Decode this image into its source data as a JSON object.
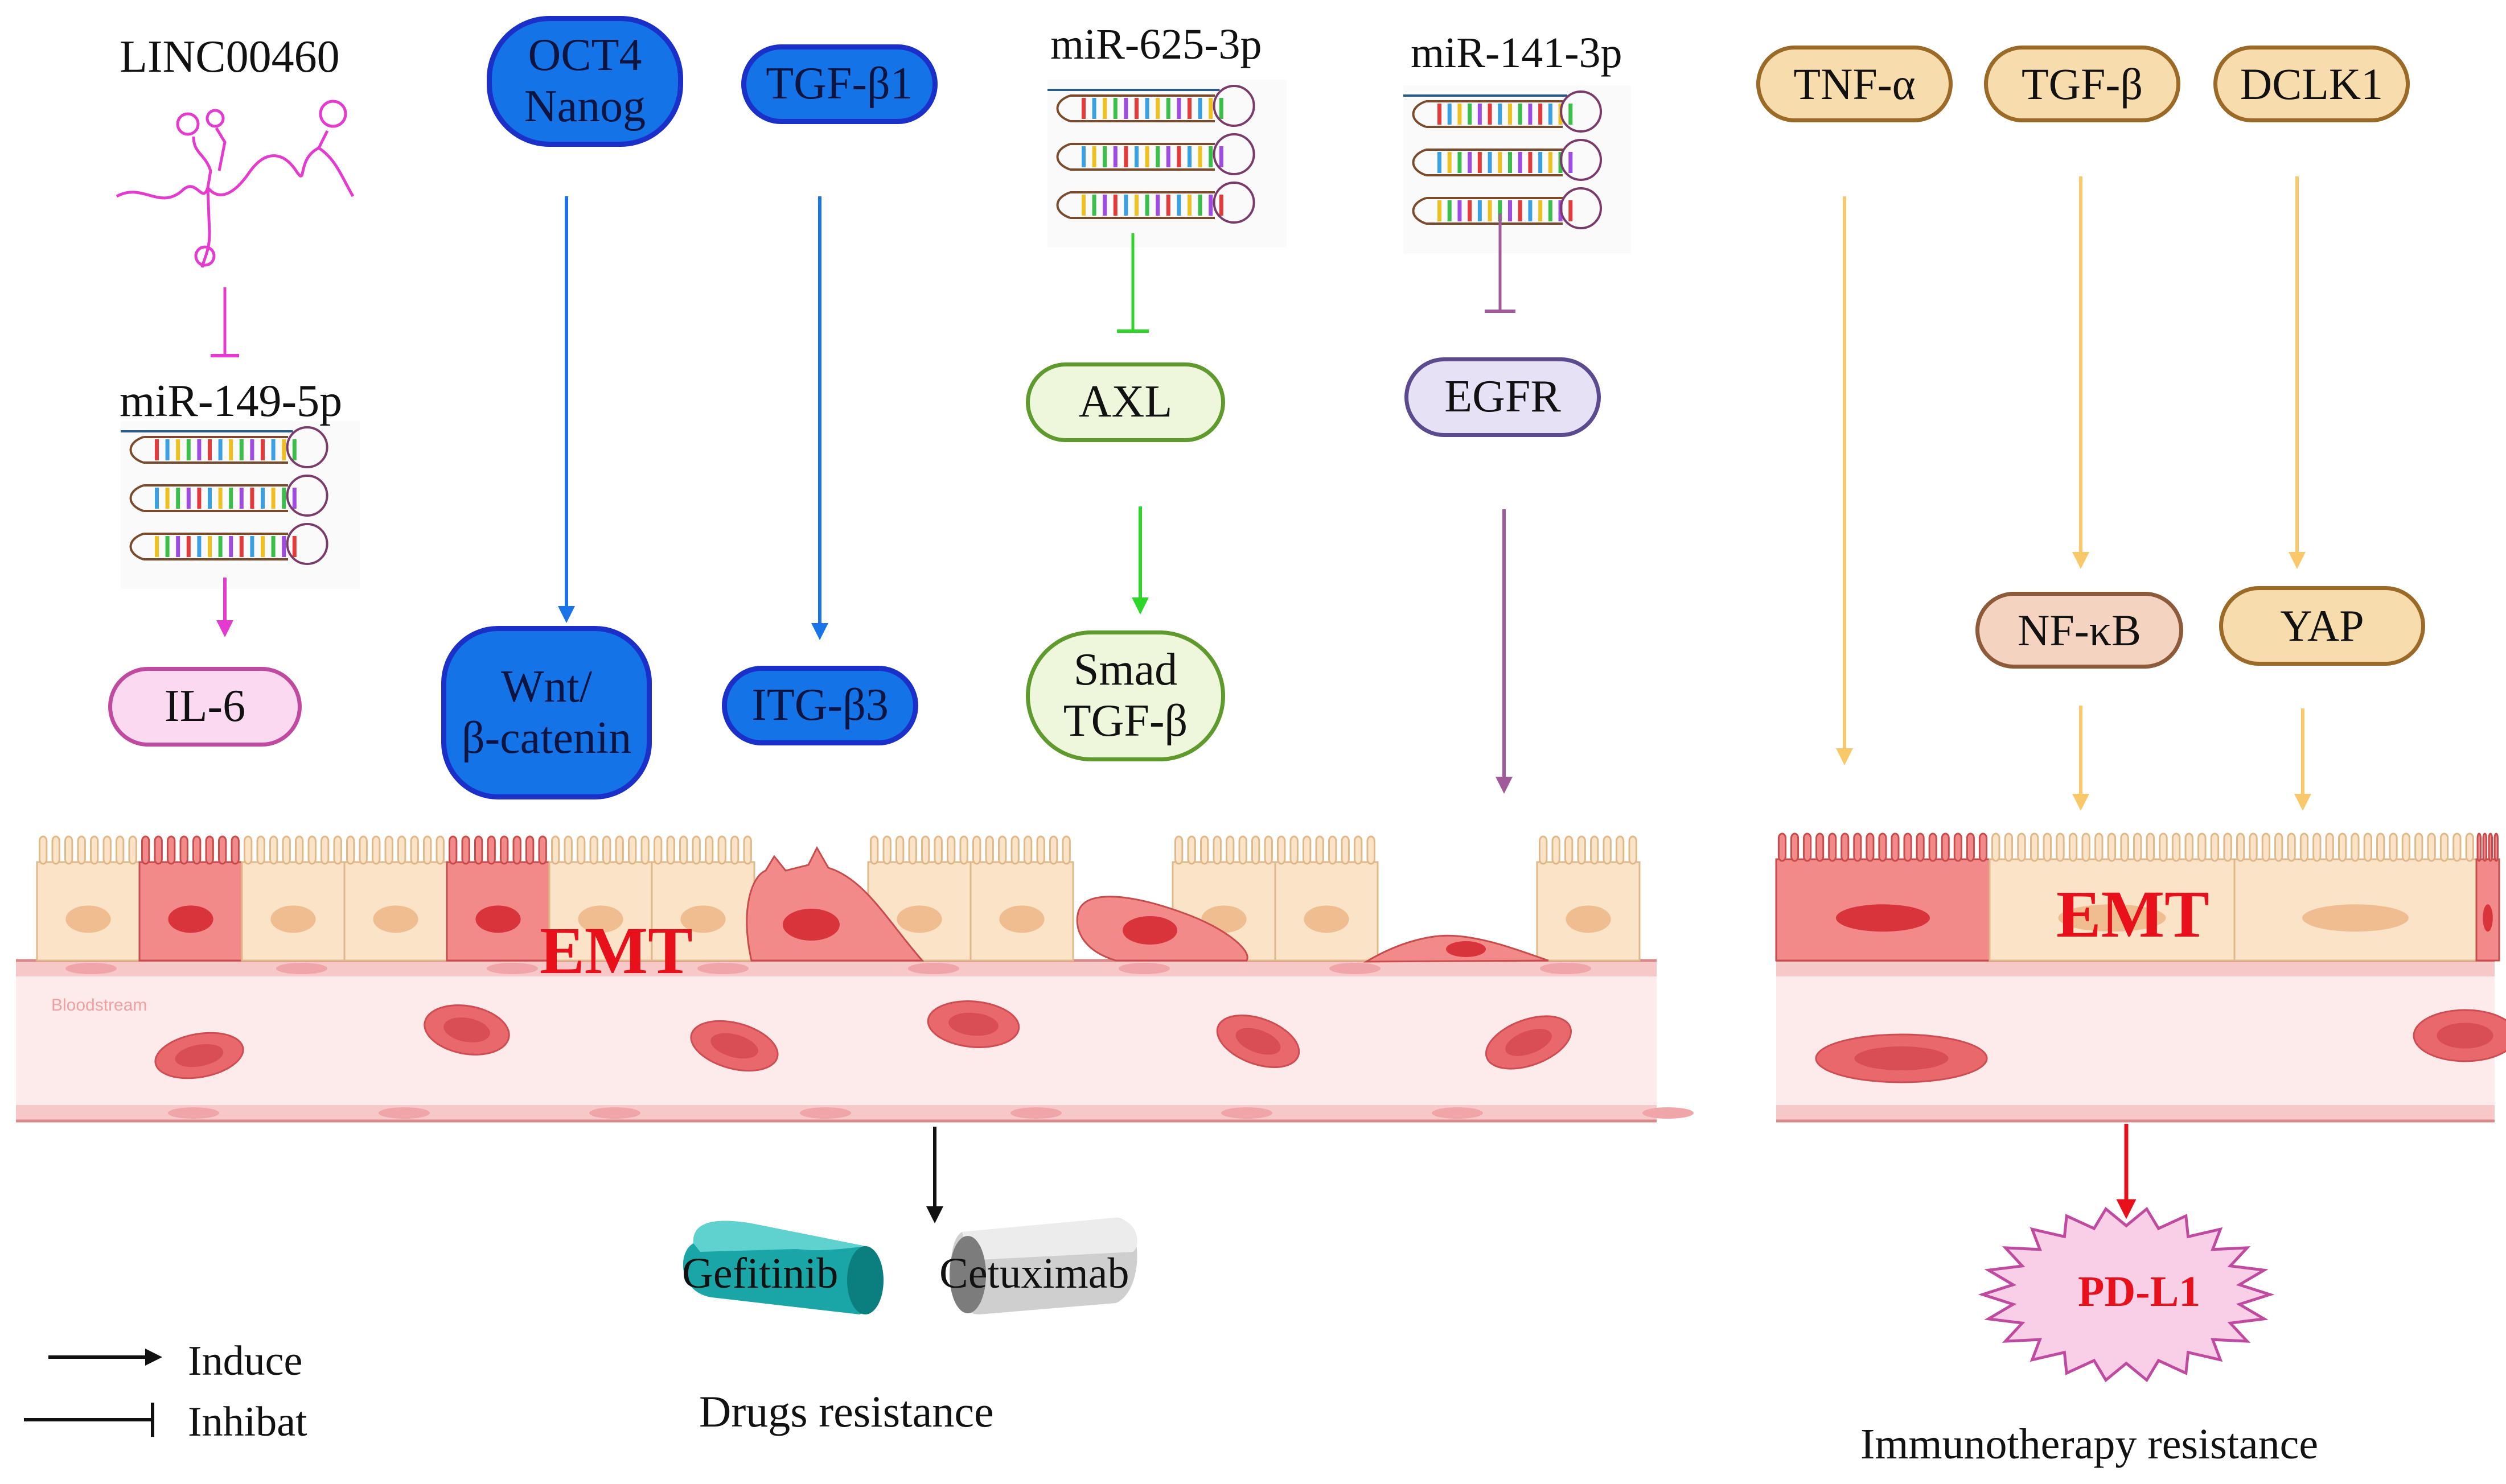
{
  "left_panel": {
    "lincrna": "LINC00460",
    "mir149": "miR-149-5p",
    "il6": "IL-6",
    "oct4": "OCT4",
    "nanog": "Nanog",
    "wnt_line1": "Wnt/",
    "wnt_line2": "β-catenin",
    "tgfb1": "TGF-β1",
    "itgb3": "ITG-β3",
    "mir625": "miR-625-3p",
    "axl": "AXL",
    "smad_line1": "Smad",
    "smad_line2": "TGF-β",
    "mir141": "miR-141-3p",
    "egfr": "EGFR",
    "emt": "EMT",
    "bloodstream": "Bloodstream",
    "drug1": "Gefitinib",
    "drug2": "Cetuximab",
    "outcome": "Drugs resistance"
  },
  "right_panel": {
    "tnfa": "TNF-α",
    "tgfb": "TGF-β",
    "dclk1": "DCLK1",
    "nfkb": "NF-κB",
    "yap": "YAP",
    "emt": "EMT",
    "pdl1": "PD-L1",
    "outcome": "Immunotherapy resistance"
  },
  "legend": {
    "induce": "Induce",
    "inhibit": "Inhibat"
  },
  "colors": {
    "magenta_pathway": "#e43ad0",
    "blue_pathway": "#1a73e8",
    "green_pathway": "#2fd62a",
    "purple_pathway": "#a05a9c",
    "orange_pathway": "#f9c86a",
    "emt_text": "#e8101b",
    "pdl1_star": "#f8cfe6"
  }
}
